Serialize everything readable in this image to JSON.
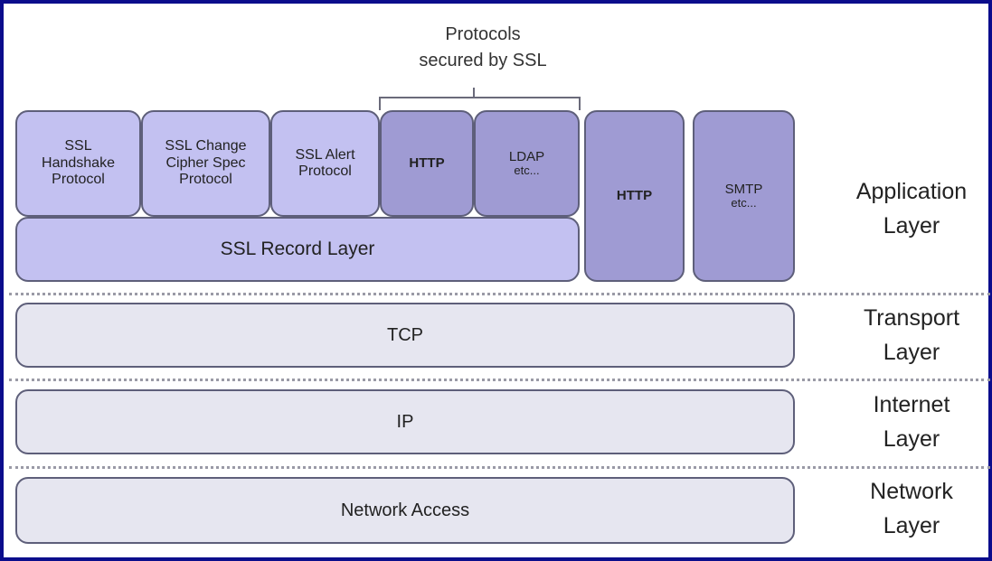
{
  "bracket": {
    "line1": "Protocols",
    "line2": "secured by SSL"
  },
  "ssl_protocols": [
    {
      "lines": [
        "SSL",
        "Handshake",
        "Protocol"
      ]
    },
    {
      "lines": [
        "SSL Change",
        "Cipher Spec",
        "Protocol"
      ]
    },
    {
      "lines": [
        "SSL Alert",
        "Protocol"
      ]
    }
  ],
  "secured_apps": [
    {
      "name": "HTTP",
      "sub": ""
    },
    {
      "name": "LDAP",
      "sub": "etc..."
    }
  ],
  "ssl_record_layer": "SSL Record Layer",
  "unsecured_apps": [
    {
      "name": "HTTP",
      "sub": ""
    },
    {
      "name": "SMTP",
      "sub": "etc..."
    }
  ],
  "tcp": "TCP",
  "ip": "IP",
  "network_access": "Network Access",
  "layers": {
    "application": [
      "Application",
      "Layer"
    ],
    "transport": [
      "Transport",
      "Layer"
    ],
    "internet": [
      "Internet",
      "Layer"
    ],
    "network": [
      "Network",
      "Layer"
    ]
  },
  "colors": {
    "frame": "#0b0d8c",
    "ssl_box": "#c3c1f1",
    "app_box": "#9f9bd3",
    "lower_box": "#e6e6f0"
  }
}
